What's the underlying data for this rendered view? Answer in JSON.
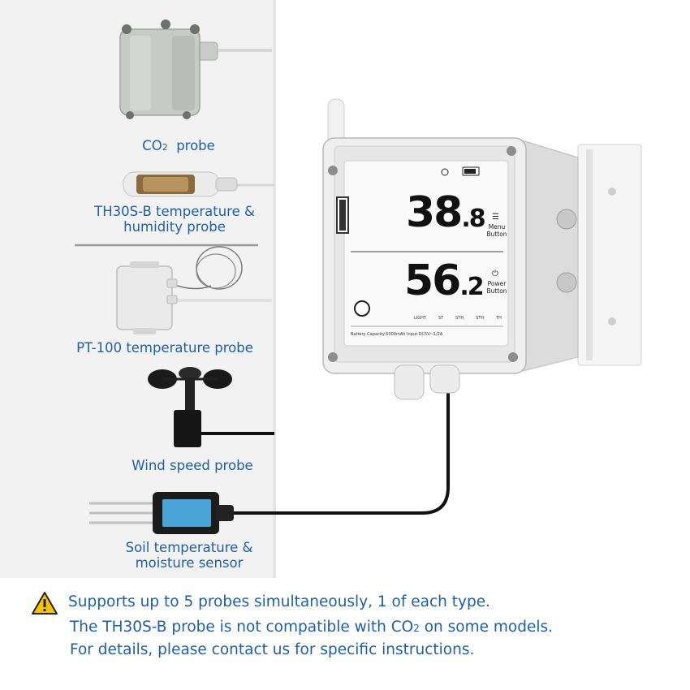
{
  "probes": {
    "co2": {
      "label_main": "CO",
      "label_sub": "2",
      "label_tail": "probe"
    },
    "th30sb": {
      "line1": "TH30S-B temperature &",
      "line2": "humidity probe"
    },
    "pt100": {
      "label": "PT-100 temperature probe"
    },
    "wind": {
      "label": "Wind speed probe"
    },
    "soil": {
      "line1": "Soil temperature &",
      "line2": "moisture sensor"
    }
  },
  "device": {
    "reading_top_main": "38",
    "reading_top_dec": ".8",
    "reading_bottom_main": "56",
    "reading_bottom_dec": ".2",
    "menu_button_l1": "Menu",
    "menu_button_l2": "Button",
    "power_button_l1": "Power",
    "power_button_l2": "Button",
    "channel_labels": [
      "LIGHT",
      "ST",
      "STH",
      "STH",
      "TH"
    ],
    "battery_text": "Battery Capacity:5000mAh   Input:DC5V~1/2A"
  },
  "notes": {
    "line1": "Supports up to 5 probes simultaneously, 1 of each type.",
    "line2_pre": "The TH30S-B probe is not compatible with CO",
    "line2_sub": "2",
    "line2_post": " on some models.",
    "line3": "For details, please contact us for specific instructions."
  },
  "colors": {
    "accent_blue": "#1f5fa8",
    "warning_yellow": "#f6c400",
    "panel_gray": "#f2f2f2"
  }
}
